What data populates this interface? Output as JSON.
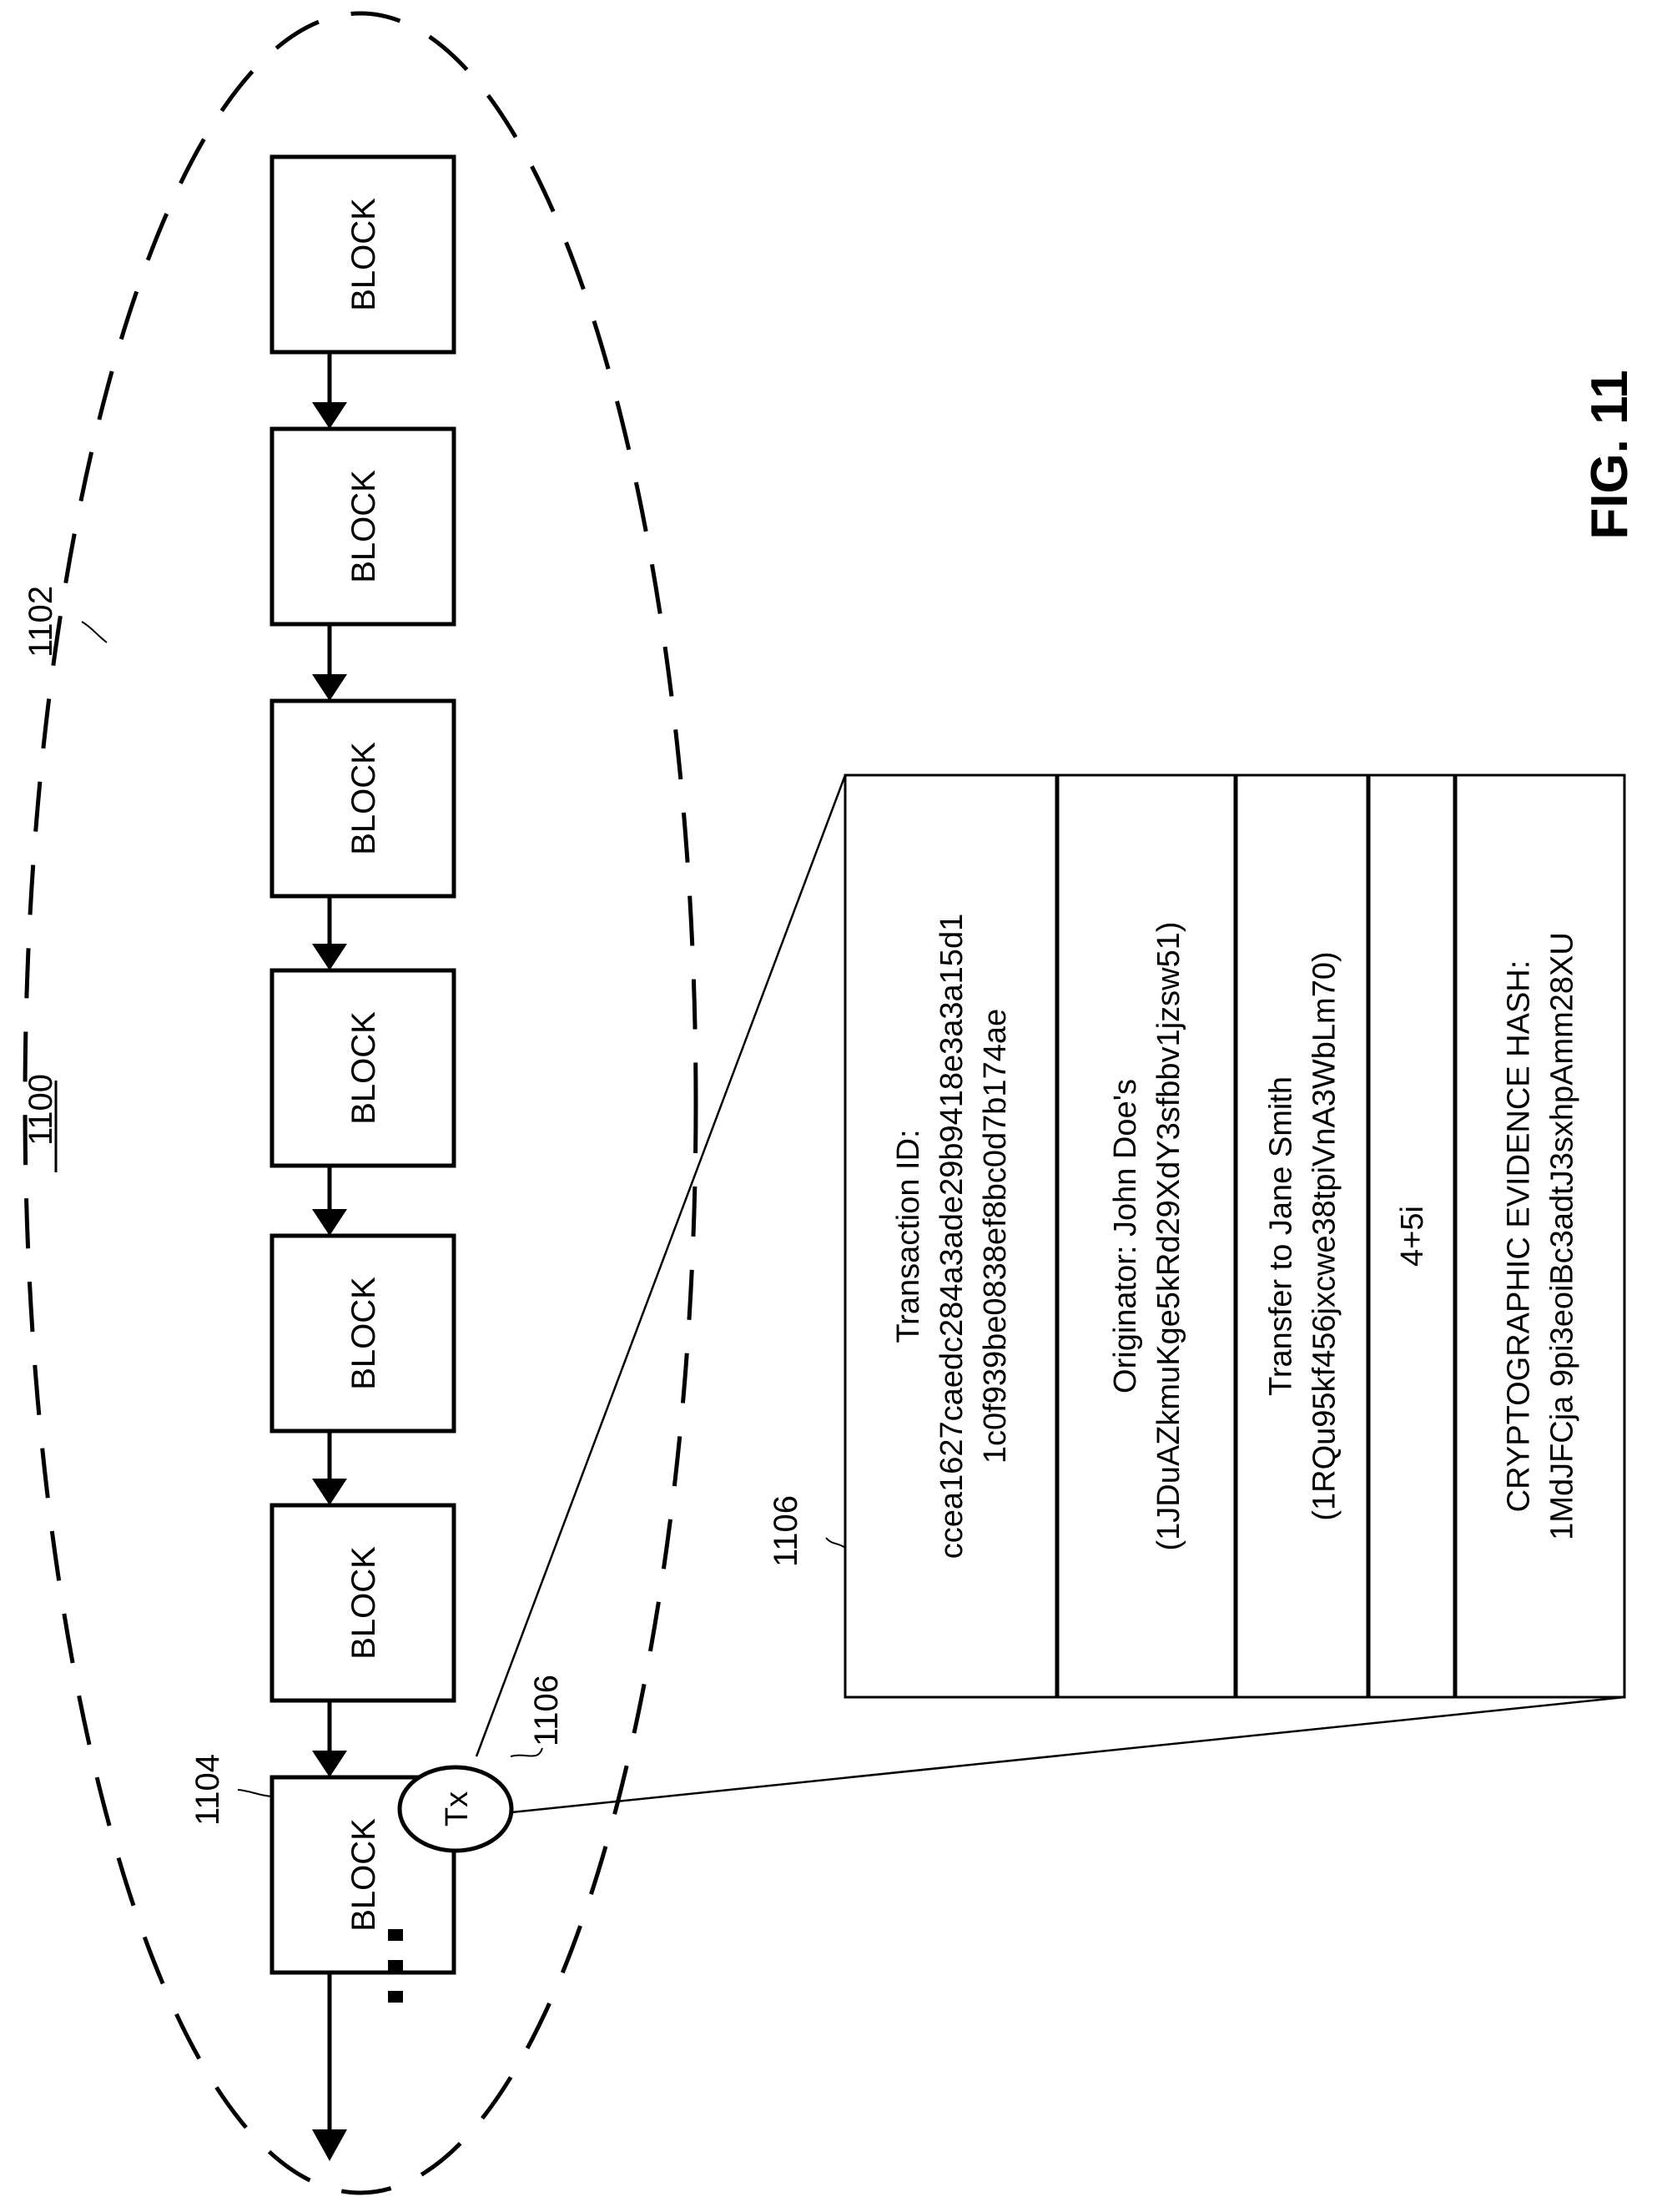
{
  "figure": {
    "label": "FIG. 11",
    "ref_diagram": "1100",
    "ref_chain": "1102",
    "ref_block": "1104",
    "ref_tx": "1106",
    "ref_tx_detail": "1106"
  },
  "chain": {
    "blocks": [
      "BLOCK",
      "BLOCK",
      "BLOCK",
      "BLOCK",
      "BLOCK",
      "BLOCK",
      "BLOCK"
    ],
    "continuation": "..."
  },
  "transaction": {
    "badge": "Tx",
    "rows": [
      {
        "lines": [
          "Transaction ID:",
          "ccea1627caedc284a3ade29b9418e3a3a15d1",
          "1c0f939be0838ef8bc0d7b174ae"
        ]
      },
      {
        "lines": [
          "Originator: John Doe's",
          "(1JDuAZkmuKge5kRd29XdY3sfbbv1jzsw51)"
        ]
      },
      {
        "lines": [
          "Transfer to Jane Smith",
          "(1RQu95kf456jxcwe38tpiVnA3WbLm70)"
        ]
      },
      {
        "lines": [
          "4+5i"
        ]
      },
      {
        "lines": [
          "CRYPTOGRAPHIC EVIDENCE HASH:",
          "1MdJFCja 9pi3eoiBc3adtJ3sxhpAmm28XU"
        ]
      }
    ]
  }
}
